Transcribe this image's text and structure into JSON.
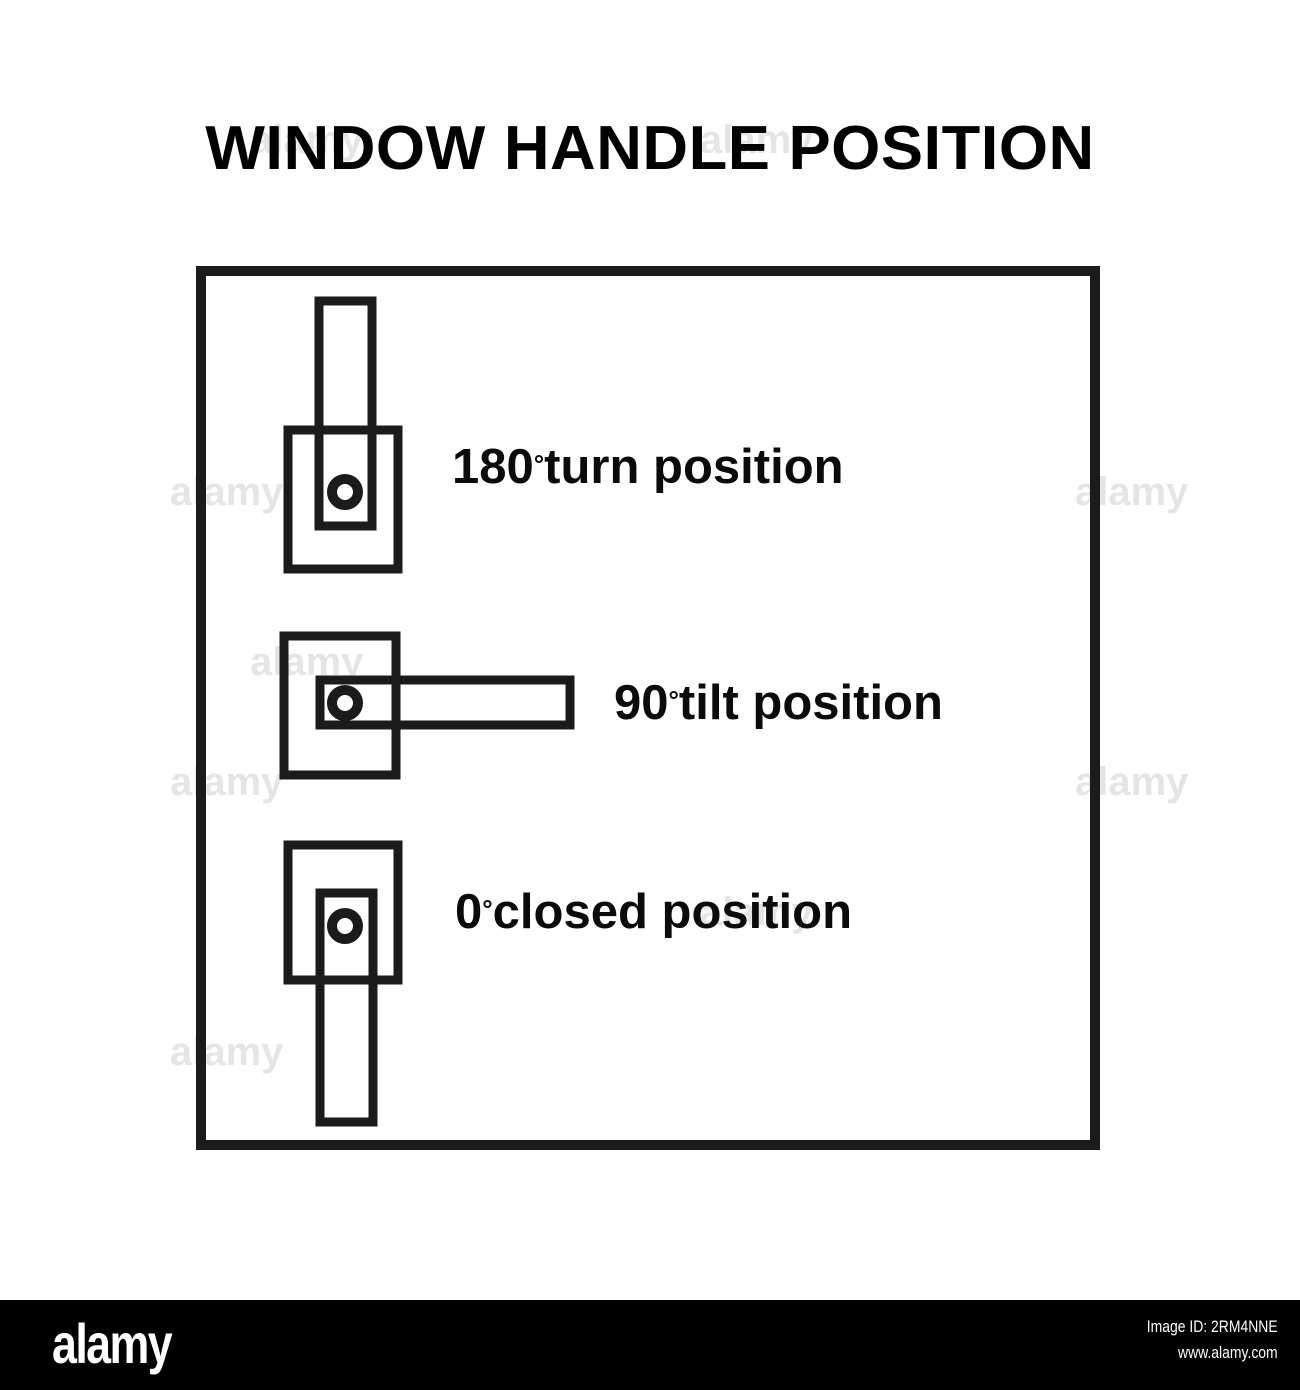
{
  "page": {
    "background_color": "#ffffff",
    "title": "WINDOW HANDLE POSITION"
  },
  "diagram": {
    "frame_color": "#1b1b1b",
    "stroke_color": "#1b1b1b",
    "positions": [
      {
        "id": "turn-180",
        "angle": "180",
        "degree_symbol": "°",
        "label": "turn position",
        "handle_direction": "up",
        "description": "Handle lever pointing upward above the backplate"
      },
      {
        "id": "tilt-90",
        "angle": "90",
        "degree_symbol": "°",
        "label": "tilt position",
        "handle_direction": "right",
        "description": "Handle lever pointing horizontally to the right"
      },
      {
        "id": "closed-0",
        "angle": "0",
        "degree_symbol": "°",
        "label": "closed position",
        "handle_direction": "down",
        "description": "Handle lever pointing downward below the backplate"
      }
    ]
  },
  "watermark": {
    "text": "alamy"
  },
  "footer": {
    "background_color": "#000000",
    "logo": "alamy",
    "image_id": "Image ID: 2RM4NNE",
    "website": "www.alamy.com"
  }
}
